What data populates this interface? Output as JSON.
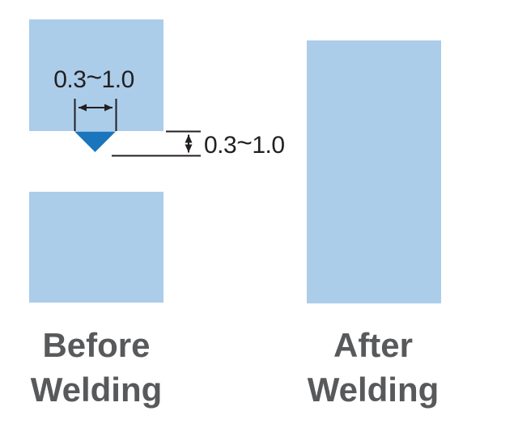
{
  "colors": {
    "plate_fill": "#ABCDEA",
    "weld_fill": "#1B75BC",
    "line": "#231F20",
    "label_text": "#58595B",
    "background": "#FFFFFF"
  },
  "dimensions": {
    "width": {
      "min": "0.3",
      "sep": "~",
      "max": "1.0"
    },
    "gap": {
      "min": "0.3",
      "sep": "~",
      "max": "1.0"
    }
  },
  "labels": {
    "before": {
      "line1": "Before",
      "line2": "Welding"
    },
    "after": {
      "line1": "After",
      "line2": "Welding"
    }
  }
}
